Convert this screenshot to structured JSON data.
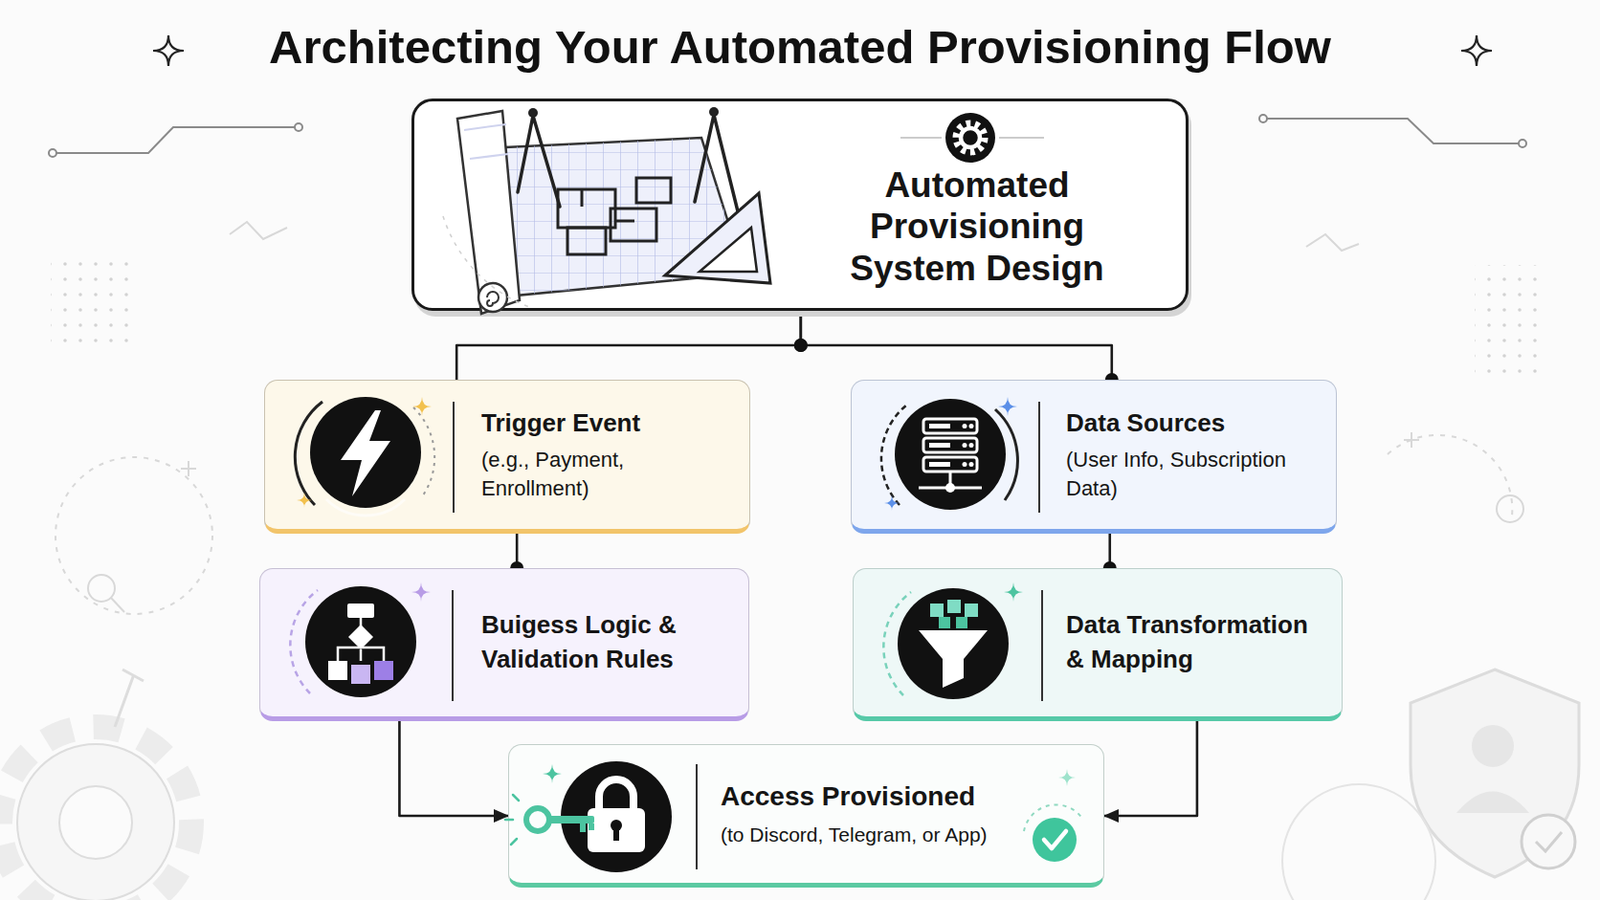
{
  "diagram": {
    "title": "Architecting Your Automated Provisioning Flow",
    "nodes": [
      {
        "text": [
          "Automated Provisioning System Design"
        ]
      },
      {
        "text": [
          "Trigger Event",
          "(e.g., Payment, Enrollment)"
        ]
      },
      {
        "text": [
          "Data Sources",
          "(User Info, Subscription Data)"
        ]
      },
      {
        "text": [
          "Buigess Logic & Validation Rules"
        ]
      },
      {
        "text": [
          "Data Transformation & Mapping"
        ]
      },
      {
        "text": [
          "Access Provisioned",
          "(to Discord, Telegram, or App)"
        ]
      }
    ],
    "edges": [
      {
        "from": 0,
        "to": 1,
        "arrow": "none"
      },
      {
        "from": 0,
        "to": 2,
        "arrow": "none"
      },
      {
        "from": 1,
        "to": 3,
        "arrow": "none"
      },
      {
        "from": 2,
        "to": 4,
        "arrow": "none"
      },
      {
        "from": 3,
        "to": 5,
        "arrow": "to"
      },
      {
        "from": 4,
        "to": 5,
        "arrow": "to"
      }
    ]
  }
}
